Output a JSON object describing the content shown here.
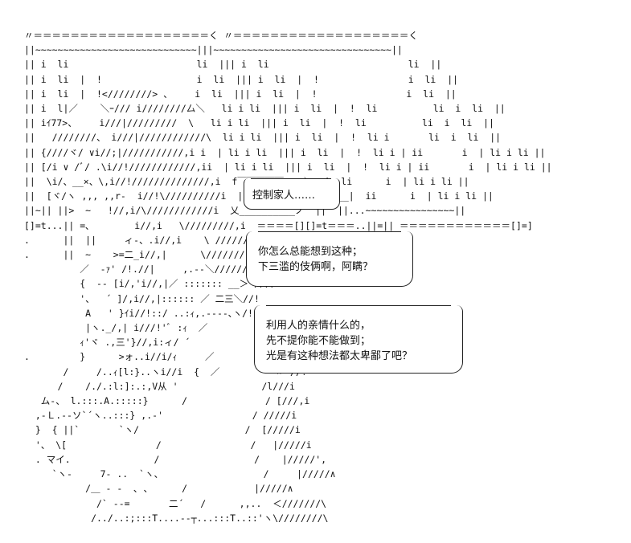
{
  "speech": {
    "bubble_1": {
      "line_1": "控制家人……"
    },
    "bubble_2": {
      "line_1": "你怎么总能想到这种；",
      "line_2": "下三滥的伎俩啊，阿瞒？"
    },
    "bubble_3": {
      "line_1": "利用人的亲情什么的，",
      "line_2": "先不提你能不能做到；",
      "line_3": "光是有这种想法都太卑鄙了吧？"
    }
  },
  "art": {
    "ascii_text": "〃＝＝＝＝＝＝＝＝＝＝＝＝＝＝＝＝＝＝＝く 〃＝＝＝＝＝＝＝＝＝＝＝＝＝＝＝＝＝＝＝く\n||~~~~~~~~~~~~~~~~~~~~~~~~~~~~~|||~~~~~~~~~~~~~~~~~~~~~~~~~~~~~~~~||\n|| i  li                       li  ||| i  li                         li  ||\n|| i  li  |  !                 i  li  ||| i  li  |  !                i  li  ||\n|| i  li  |  !<////////> 、    i  li  ||| i  li  |  !                i  li  ||\n|| i  l|／    ＼ｰ/// i////////厶＼   li i li  ||| i  li  |  !  li          li  i  li  ||\n|| iｲ77>、    i///|/////////  \\   li i li  ||| i  li  |  !  li          li  i  li  ||\n||   ////////、 i///|////////////\\  li i li  ||| i  li  |  !  li i       li  i  li  ||\n|| {////ヾ/ ∨i//;|///////////,i i  | li i li  ||| i  li  |  !  li i | ii       i  | li i li ||\n|| [/i ∨ /ﾞ/ .\\i//!////////////,ii  | li i li  ||| i  li  |  !  li i | ii       i  | li i li ||\n||  \\i/、__×、\\,i//!//////////////,i  f￣￣￣￣￣ヽ  ＼  i  li      i  | li i li ||\n||  [ヾ/ヽ ,,, ,,r-  i//!\\//////////i  |             |  ___|  ii      i  | li i li ||\n||~|| ||>  ~   !//,i/\\////////////i  乂__________ノ  ||  ||...~~~~~~~~~~~~~~~~||\n[]=t...|| =､        i//,i   \\/////////,i  ＝＝＝＝[][]=t＝＝＝..||=|| ＝＝＝＝＝＝＝＝＝＝＝＝[]=]\n.      ||  ||     ィ‐、.i//,i    \\ /////////i\n.      ||  ~    >=二_i//,|      \\///////!\n          ／  ‐ｧ' /!.//|     ,.‐‐＼//////i\n          {  ‐- [i/,'i//,|／ ::::::: __＞ ////i\n          '、  ´ ]/,i//,|:::::: ／ 二三＼//!\n           A   ' }ｲi//!::/ ..:ｨ,.‐‐‐‐､ヽ/!\n           |ヽ._/,| i///!'ﾞ :ｨ  ／          |,i\n          ｨ'ヾ .,三'}//,i:ィ/ ´            ]/i\n.         }      >ォ..i//i/ｨ     ／        ,ｨ//,i\n       /     /..ｨ[l:}..ヽi//i  {  ／          〃 //!\n      /    /./.:l:]:.:,V从 '               /l///i\n   ム‐、 l.:::.A.:::::}      /              / [///,i\n  ,‐Ｌ.‐‐ソ`´ヽ..:::} ,.‐'                / /////i\n  }  { ||`       `ヽ/                   /  [/////i\n  '、 \\[                /                /   |/////i\n  . マイ.               /                 /    |/////',\n     `ヽ‐     7‐ ..  `ヽ、                  /     |/////∧\n           /＿ ‐ ‐  ､ ､      /            |/////∧\n             /` ‐‐=       二´   /      ,,..  ＜///////\\\n            /../..:;:::T....‐‐┬...:::T..::'ヽ\\////////\\"
  }
}
